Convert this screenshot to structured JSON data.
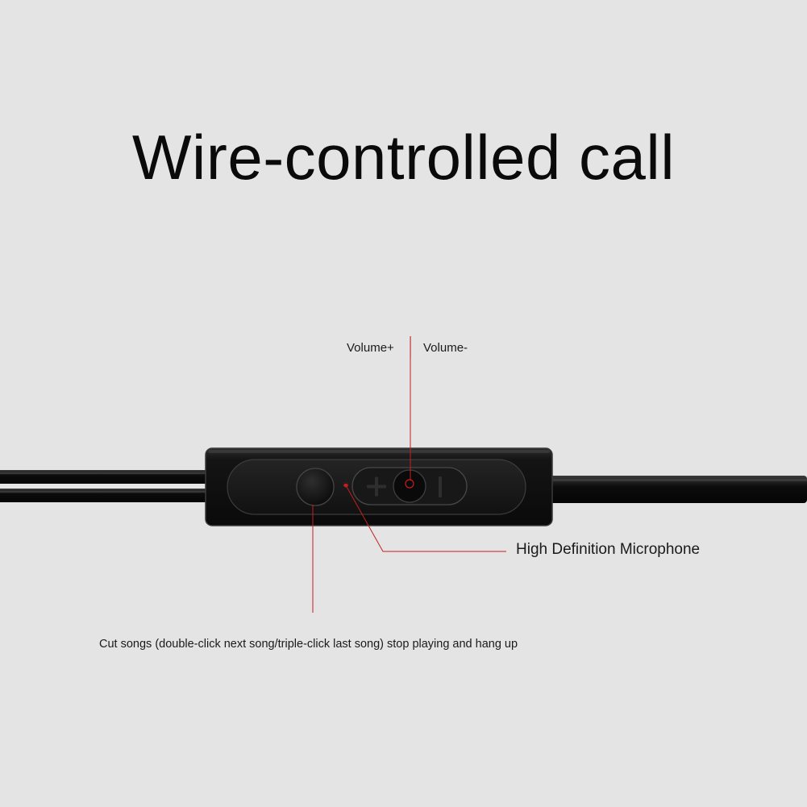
{
  "title": "Wire-controlled call",
  "labels": {
    "volume_plus": "Volume+",
    "volume_minus": "Volume-",
    "microphone": "High Definition Microphone",
    "cut_songs": "Cut songs (double-click next song/triple-click last song) stop playing and hang up"
  },
  "colors": {
    "background": "#e4e4e4",
    "remote_body": "#151515",
    "leader_line": "#c81e1e"
  }
}
